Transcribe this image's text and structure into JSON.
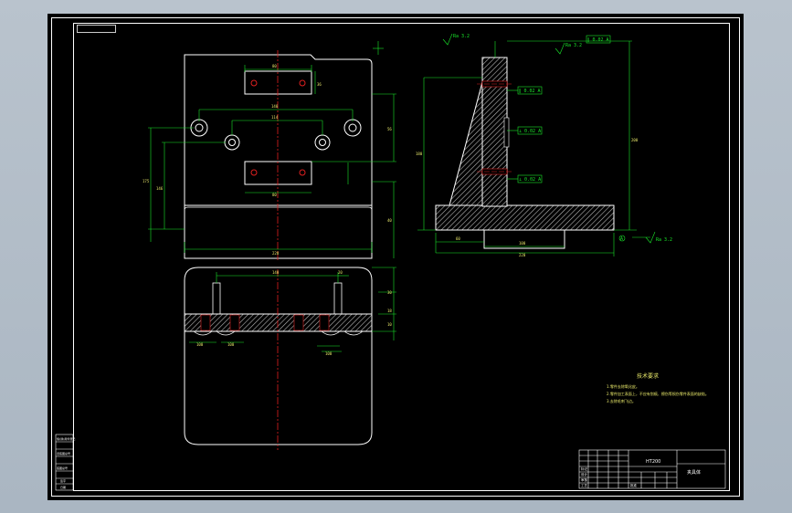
{
  "colors": {
    "background": "#000000",
    "border": "#ffffff",
    "outline": "#ffffff",
    "dimension": "#19e62a",
    "centerline": "#e02020",
    "hatch": "#b8b8b8",
    "frame": "#b9c3cd"
  },
  "front_view": {
    "dim_top_slot": "80",
    "dim_slot_height": "36",
    "dim_holes_outer": "140",
    "dim_holes_inner": "114",
    "dim_vertical_left_1": "175",
    "dim_vertical_left_2": "146",
    "dim_right_1": "56",
    "dim_right_2": "40",
    "dim_bottom_slot": "80",
    "dim_width": "220"
  },
  "side_view": {
    "dim_height": "180",
    "dim_total_height": "200",
    "dim_offset": "60",
    "dim_base_slot": "100",
    "dim_base_width": "220",
    "fcf_1": "∥ 0.02 A",
    "fcf_2": "⊥ 0.02 A",
    "fcf_3": "⊥ 0.02 A",
    "fcf_4": "∥ 0.02 A",
    "roughness_1": "Ra 3.2",
    "roughness_2": "Ra 3.2",
    "roughness_3": "Ra 3.2",
    "datum": "A"
  },
  "bottom_view": {
    "dim_width": "140",
    "dim_edge": "20",
    "dim_h1": "30",
    "dim_h2": "18",
    "dim_h3": "10",
    "dim_slot_left": "100",
    "dim_slot_mid": "100",
    "dim_slot_right": "100"
  },
  "notes": {
    "title": "技术要求",
    "items": [
      "1.零件去除氧化皮。",
      "2.零件加工表面上，不应有划痕、擦伤等损伤零件表面的缺陷。",
      "3.去除毛刺飞边。"
    ]
  },
  "title_block": {
    "material": "HT200",
    "part_name": "夹具体",
    "row_labels": [
      "标记",
      "设计",
      "审核",
      "工艺",
      "",
      "批准"
    ]
  },
  "left_strip": {
    "cells": [
      "借(通)用件登记",
      "",
      "旧底图总号",
      "",
      "底图总号",
      "",
      "签字",
      "日期"
    ]
  }
}
